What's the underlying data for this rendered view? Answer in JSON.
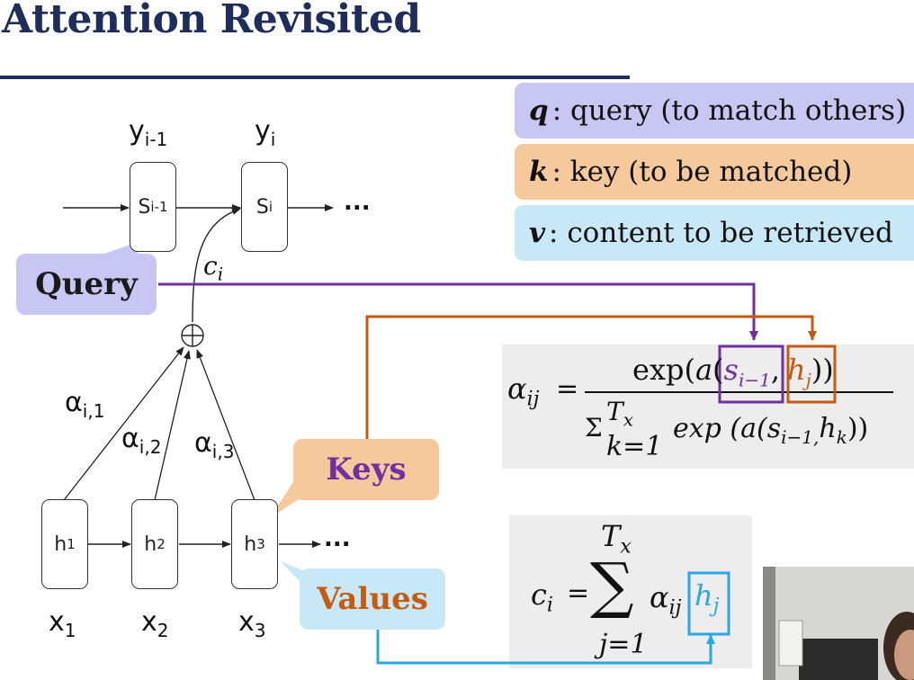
{
  "slide": {
    "title": "Attention Revisited"
  },
  "legend": [
    {
      "symbol": "q",
      "text": ": query (to match others)"
    },
    {
      "symbol": "k",
      "text": ": key (to be matched)"
    },
    {
      "symbol": "v",
      "text": ": content to be retrieved"
    }
  ],
  "callouts": {
    "query": "Query",
    "keys": "Keys",
    "values": "Values"
  },
  "decoder": {
    "outputs": [
      {
        "base": "y",
        "sub": "i-1"
      },
      {
        "base": "y",
        "sub": "i"
      }
    ],
    "states": [
      {
        "base": "S",
        "sub": "i-1"
      },
      {
        "base": "S",
        "sub": "i"
      }
    ],
    "context": {
      "base": "c",
      "sub": "i"
    },
    "ellipsis": "..."
  },
  "encoder": {
    "states": [
      {
        "base": "h",
        "sub": "1"
      },
      {
        "base": "h",
        "sub": "2"
      },
      {
        "base": "h",
        "sub": "3"
      }
    ],
    "inputs": [
      {
        "base": "x",
        "sub": "1"
      },
      {
        "base": "x",
        "sub": "2"
      },
      {
        "base": "x",
        "sub": "3"
      }
    ],
    "weights": [
      {
        "base": "α",
        "sub": "i,1"
      },
      {
        "base": "α",
        "sub": "i,2"
      },
      {
        "base": "α",
        "sub": "i,3"
      }
    ],
    "ellipsis": "..."
  },
  "formula_alpha": {
    "lhs": "α",
    "lhs_sub": "ij",
    "eq": "=",
    "num_pre": "exp(",
    "num_a": "a",
    "num_paren": "(",
    "num_s": "s",
    "num_s_sub": "i−1",
    "num_comma": ",",
    "num_h": "h",
    "num_h_sub": "j",
    "num_post": "))",
    "den_sum": "Σ",
    "den_sup": "T",
    "den_sup_sub": "x",
    "den_lower": "k=1",
    "den_body": "exp (a(s",
    "den_s_sub": "i−1,",
    "den_h": "h",
    "den_h_sub": "k",
    "den_close": "))"
  },
  "formula_c": {
    "lhs": "c",
    "lhs_sub": "i",
    "eq": "=",
    "sum": "∑",
    "upper": "T",
    "upper_sub": "x",
    "lower": "j=1",
    "alpha": "α",
    "alpha_sub": "ij",
    "h": "h",
    "h_sub": "j"
  },
  "colors": {
    "title": "#1f2d5a",
    "query": "#7030a0",
    "key": "#c55a11",
    "value": "#29a8e0",
    "query_bg": "#c8c6f2",
    "key_bg": "#f5c99c",
    "value_bg": "#c9e8f7"
  }
}
